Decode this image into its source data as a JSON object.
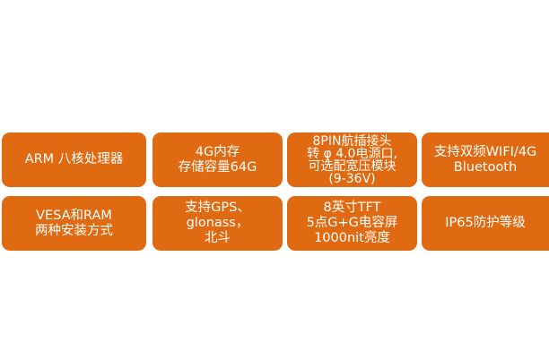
{
  "accent_color": "#e06a12",
  "features": [
    {
      "lines": [
        "ARM 八核处理器"
      ]
    },
    {
      "lines": [
        "4G内存",
        "存储容量64G"
      ]
    },
    {
      "lines": [
        "8PIN航插接头",
        "转 φ 4.0电源口,",
        "可选配宽压模块",
        "(9-36V)"
      ]
    },
    {
      "lines": [
        "支持双频WIFI/4G",
        "Bluetooth"
      ]
    },
    {
      "lines": [
        "VESA和RAM",
        "两种安装方式"
      ]
    },
    {
      "lines": [
        "支持GPS、",
        "glonass，",
        "北斗"
      ]
    },
    {
      "lines": [
        "8英寸TFT",
        "5点G+G电容屏",
        "1000nit亮度"
      ]
    },
    {
      "lines": [
        "IP65防护等级"
      ]
    }
  ]
}
